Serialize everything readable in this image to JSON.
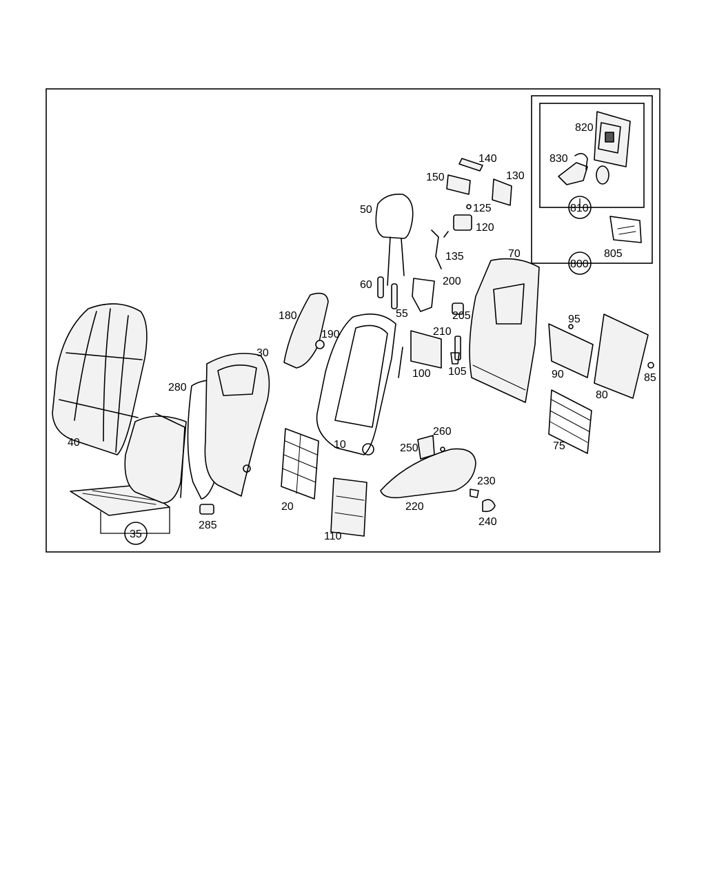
{
  "colors": {
    "ink": "#000000",
    "paper": "#ffffff",
    "shade": "#f2f2f2",
    "dark": "#555555"
  },
  "labels": {
    "p10": "10",
    "p20": "20",
    "p30": "30",
    "p35": "35",
    "p40": "40",
    "p50": "50",
    "p55": "55",
    "p60": "60",
    "p70": "70",
    "p75": "75",
    "p80": "80",
    "p85": "85",
    "p90": "90",
    "p95": "95",
    "p100": "100",
    "p105": "105",
    "p110": "110",
    "p120": "120",
    "p125": "125",
    "p130": "130",
    "p135": "135",
    "p140": "140",
    "p150": "150",
    "p180": "180",
    "p190": "190",
    "p200": "200",
    "p205": "205",
    "p210": "210",
    "p220": "220",
    "p230": "230",
    "p240": "240",
    "p250": "250",
    "p260": "260",
    "p280": "280",
    "p285": "285",
    "p800": "800",
    "p805": "805",
    "p810": "810",
    "p820": "820",
    "p830": "830"
  }
}
